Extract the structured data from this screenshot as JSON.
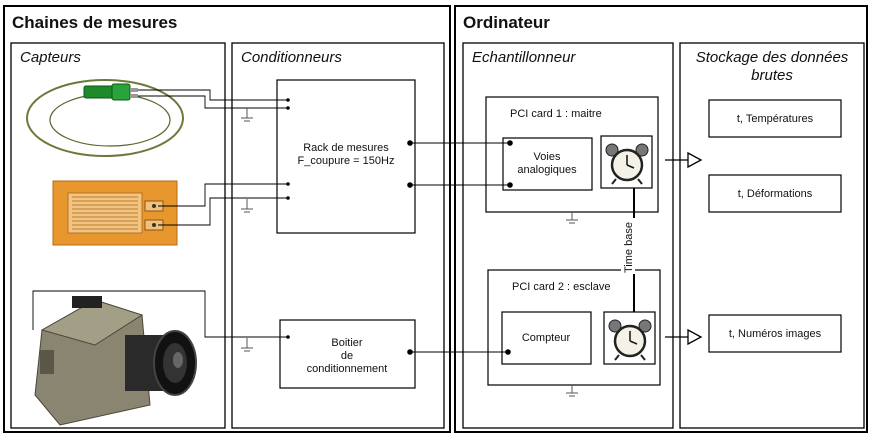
{
  "panels": {
    "left_title": "Chaines de mesures",
    "right_title": "Ordinateur"
  },
  "columns": {
    "capteurs": "Capteurs",
    "conditionneurs": "Conditionneurs",
    "echantillonneur": "Echantillonneur",
    "stockage_line1": "Stockage des données",
    "stockage_line2": "brutes"
  },
  "boxes": {
    "rack_line1": "Rack de mesures",
    "rack_line2": "F_coupure = 150Hz",
    "boitier_line1": "Boitier",
    "boitier_line2": "de",
    "boitier_line3": "conditionnement",
    "pci1": "PCI card 1 : maitre",
    "voies_line1": "Voies",
    "voies_line2": "analogiques",
    "pci2": "PCI card 2 : esclave",
    "compteur": "Compteur",
    "time_base": "Time base"
  },
  "outputs": {
    "temperatures": "t, Températures",
    "deformations": "t, Déformations",
    "images": "t, Numéros images"
  },
  "icons": [
    "thermocouple-sensor",
    "strain-gauge",
    "high-speed-camera",
    "alarm-clock-icon",
    "ground-symbol-icon"
  ]
}
